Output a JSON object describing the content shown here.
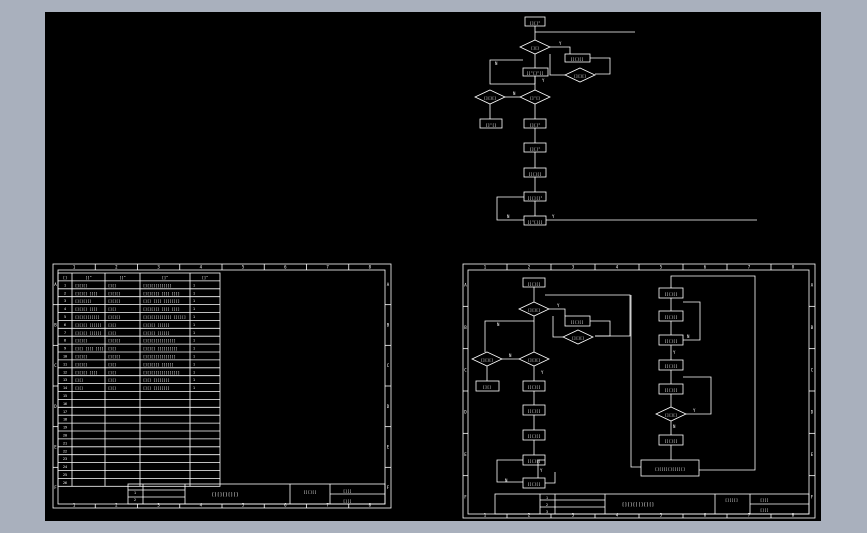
{
  "colors": {
    "workspace": "#a9b0bd",
    "model_space": "#000000",
    "linework": "#ffffff"
  },
  "top_flowchart": {
    "process_labels": [
      "[][]\"",
      "[]\"[]\"[]",
      "[]\"[]",
      "[][]\"",
      "[][]\"",
      "[][][]",
      "[][][]\"",
      "[]\"[][]"
    ],
    "decision_labels": [
      "[][]",
      "[][][]",
      "[]\"[]",
      "[][][]"
    ],
    "branch_labels": [
      "Y",
      "N",
      "N",
      "Y",
      "N",
      "Y"
    ],
    "side_process": "[][][]"
  },
  "sheet_left": {
    "zone_numbers": [
      "1",
      "2",
      "3",
      "4",
      "5",
      "6",
      "7",
      "8"
    ],
    "zone_letters": [
      "A",
      "B",
      "C",
      "D",
      "E",
      "F"
    ],
    "table_headers": [
      "[]",
      "[]\"",
      "[]\"",
      "[]\"",
      "[]\""
    ],
    "table_rows": [
      [
        "1",
        "[][][]",
        "[][]",
        "[][][][][][][]",
        "1"
      ],
      [
        "2",
        "[][][] [][]",
        "[][][]",
        "[][][][] [][] [][]",
        "1"
      ],
      [
        "3",
        "[][][][]",
        "[][][]",
        "[][] [][] [][][][]",
        "1"
      ],
      [
        "4",
        "[][][] [][]",
        "[][]",
        "[][][][] [][] [][]",
        "1"
      ],
      [
        "5",
        "[][][][][][]",
        "[][][]",
        "[][][][][][][] [][][]",
        "1"
      ],
      [
        "6",
        "[][][] [][][]",
        "[][]",
        "[][][] [][][]",
        "1"
      ],
      [
        "7",
        "[][][] [][][]",
        "[][]",
        "[][][] [][][]",
        "1"
      ],
      [
        "8",
        "[][][]",
        "[][][]",
        "[][][][][][][][]",
        "1"
      ],
      [
        "9",
        "[][] [][] [][]",
        "[][]",
        "[][][] [][][][][]",
        "1"
      ],
      [
        "10",
        "[][][]",
        "[][][]",
        "[][][][][][][][]",
        "1"
      ],
      [
        "11",
        "[][][]",
        "[][]",
        "[][][][] [][][]",
        "1"
      ],
      [
        "12",
        "[][][] [][]",
        "[][]",
        "[][][][][][][][][]",
        "1"
      ],
      [
        "13",
        "[][]",
        "[][]",
        "[][] [][][][]",
        "1"
      ],
      [
        "14",
        "[][]",
        "[][]",
        "[][] [][][][]",
        "1"
      ],
      [
        "15",
        "",
        "",
        "",
        ""
      ],
      [
        "16",
        "",
        "",
        "",
        ""
      ],
      [
        "17",
        "",
        "",
        "",
        ""
      ],
      [
        "18",
        "",
        "",
        "",
        ""
      ],
      [
        "19",
        "",
        "",
        "",
        ""
      ],
      [
        "20",
        "",
        "",
        "",
        ""
      ],
      [
        "21",
        "",
        "",
        "",
        ""
      ],
      [
        "22",
        "",
        "",
        "",
        ""
      ],
      [
        "23",
        "",
        "",
        "",
        ""
      ],
      [
        "24",
        "",
        "",
        "",
        ""
      ],
      [
        "25",
        "",
        "",
        "",
        ""
      ],
      [
        "26",
        "",
        "",
        "",
        ""
      ]
    ],
    "title_block": {
      "title": "[][][][][]",
      "field_a": "[][][]",
      "field_b": "[][]",
      "field_c": "[][]"
    }
  },
  "sheet_right": {
    "zone_numbers": [
      "1",
      "2",
      "3",
      "4",
      "5",
      "6",
      "7",
      "8"
    ],
    "zone_letters": [
      "A",
      "B",
      "C",
      "D",
      "E",
      "F"
    ],
    "flowchart_a": {
      "process_labels": [
        "[][][]",
        "[][][]",
        "[][][]",
        "[][][]",
        "[][][]",
        "[][][]",
        "[][][]"
      ],
      "decision_labels": [
        "[][][]",
        "[][][]",
        "[][][]",
        "[][][]"
      ],
      "branch_labels": [
        "Y",
        "N",
        "N",
        "Y",
        "Y",
        "N"
      ],
      "end_label": "[][]"
    },
    "flowchart_b": {
      "process_labels": [
        "[][][]",
        "[][][]",
        "[][][]",
        "[][][]",
        "[][][]",
        "[][][]"
      ],
      "decision_labels": [
        "[][][]"
      ],
      "branch_labels": [
        "N",
        "Y",
        "Y",
        "N"
      ],
      "end_label": "[][][][][][][]"
    },
    "title_block": {
      "title": "[][][][][][]",
      "field_a": "[][][]",
      "field_b": "[][]",
      "field_c": "[][]"
    }
  }
}
